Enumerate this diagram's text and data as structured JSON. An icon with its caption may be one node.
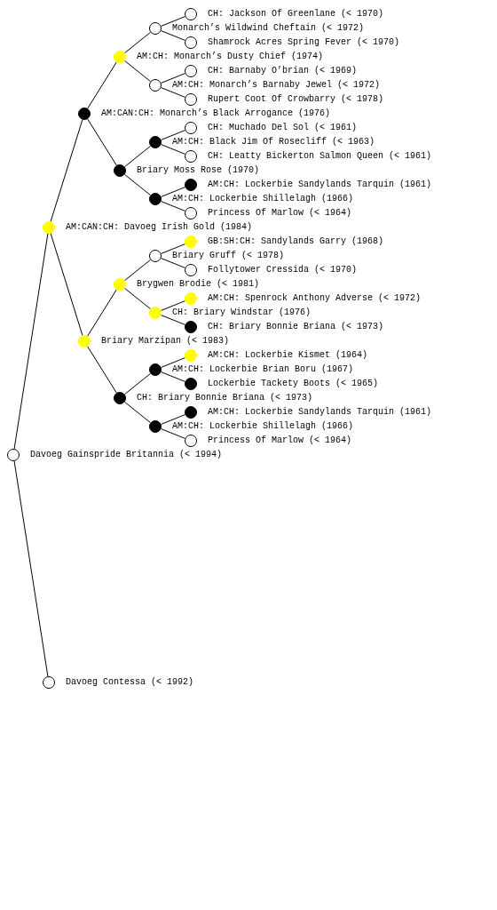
{
  "diagram": {
    "nodes": [
      {
        "text": [
          "CH: Jackson Of Greenlane (< 1970)"
        ]
      },
      {
        "text": [
          "Monarch’s Wildwind Cheftain (< 1972)"
        ]
      },
      {
        "text": [
          "Shamrock Acres Spring Fever (< 1970)"
        ]
      },
      {
        "text": [
          "AM:CH: Monarch’s Dusty Chief (1974)"
        ]
      },
      {
        "text": [
          "CH: Barnaby O’brian (< 1969)"
        ]
      },
      {
        "text": [
          "AM:CH: Monarch’s Barnaby Jewel (< 1972)"
        ]
      },
      {
        "text": [
          "Rupert Coot Of Crowbarry (< 1978)"
        ]
      },
      {
        "text": [
          "AM:CAN:CH: Monarch’s Black Arrogance (1976)"
        ]
      },
      {
        "text": [
          "CH: Muchado Del Sol (< 1961)"
        ]
      },
      {
        "text": [
          "AM:CH: Black Jim Of Rosecliff (< 1963)"
        ]
      },
      {
        "text": [
          "CH: Leatty Bickerton Salmon Queen (< 1961)"
        ]
      },
      {
        "text": [
          "Briary Moss Rose (1970)"
        ]
      },
      {
        "text": [
          "AM:CH: Lockerbie Sandylands Tarquin (1961)"
        ]
      },
      {
        "text": [
          "AM:CH: Lockerbie Shillelagh (1966)"
        ]
      },
      {
        "text": [
          "Princess Of Marlow (< 1964)"
        ]
      },
      {
        "text": [
          "AM:CAN:CH: Davoeg Irish Gold (1984)"
        ]
      },
      {
        "text": [
          "GB:SH:CH: Sandylands Garry (1968)"
        ]
      },
      {
        "text": [
          "Briary Gruff (< 1978)"
        ]
      },
      {
        "text": [
          "Follytower Cressida (< 1970)"
        ]
      },
      {
        "text": [
          "Brygwen Brodie (< 1981)"
        ]
      },
      {
        "text": [
          "AM:CH: Spenrock Anthony Adverse (< 1972)"
        ]
      },
      {
        "text": [
          "CH: Briary Windstar (1976)"
        ]
      },
      {
        "text": [
          "CH: Briary Bonnie Briana (< 1973)"
        ]
      },
      {
        "text": [
          "Briary Marzipan (< 1983)"
        ]
      },
      {
        "text": [
          "AM:CH: Lockerbie Kismet (1964)"
        ]
      },
      {
        "text": [
          "AM:CH: Lockerbie Brian Boru (1967)"
        ]
      },
      {
        "text": [
          "Lockerbie Tackety Boots (< 1965)"
        ]
      },
      {
        "text": [
          "CH: Briary Bonnie Briana (< 1973)"
        ]
      },
      {
        "text": [
          "AM:CH: Lockerbie Sandylands Tarquin (1961)"
        ]
      },
      {
        "text": [
          "AM:CH: Lockerbie Shillelagh (1966)"
        ]
      },
      {
        "text": [
          "Princess Of Marlow (< 1964)"
        ]
      },
      {
        "text": [
          "Davoeg Gainspride Britannia (< 1994)"
        ]
      },
      {
        "text": [
          "Davoeg Contessa (< 1992)"
        ]
      }
    ],
    "edges": [
      {
        "from": 31,
        "to": 15,
        "arrow": "none"
      },
      {
        "from": 31,
        "to": 32,
        "arrow": "none"
      },
      {
        "from": 15,
        "to": 7,
        "arrow": "none"
      },
      {
        "from": 15,
        "to": 23,
        "arrow": "none"
      },
      {
        "from": 7,
        "to": 3,
        "arrow": "none"
      },
      {
        "from": 7,
        "to": 11,
        "arrow": "none"
      },
      {
        "from": 23,
        "to": 19,
        "arrow": "none"
      },
      {
        "from": 23,
        "to": 27,
        "arrow": "none"
      },
      {
        "from": 3,
        "to": 1,
        "arrow": "none"
      },
      {
        "from": 3,
        "to": 5,
        "arrow": "none"
      },
      {
        "from": 11,
        "to": 9,
        "arrow": "none"
      },
      {
        "from": 11,
        "to": 13,
        "arrow": "none"
      },
      {
        "from": 19,
        "to": 17,
        "arrow": "none"
      },
      {
        "from": 19,
        "to": 21,
        "arrow": "none"
      },
      {
        "from": 27,
        "to": 25,
        "arrow": "none"
      },
      {
        "from": 27,
        "to": 29,
        "arrow": "none"
      },
      {
        "from": 1,
        "to": 0,
        "arrow": "none"
      },
      {
        "from": 1,
        "to": 2,
        "arrow": "none"
      },
      {
        "from": 5,
        "to": 4,
        "arrow": "none"
      },
      {
        "from": 5,
        "to": 6,
        "arrow": "none"
      },
      {
        "from": 9,
        "to": 8,
        "arrow": "none"
      },
      {
        "from": 9,
        "to": 10,
        "arrow": "none"
      },
      {
        "from": 13,
        "to": 12,
        "arrow": "none"
      },
      {
        "from": 13,
        "to": 14,
        "arrow": "none"
      },
      {
        "from": 17,
        "to": 16,
        "arrow": "none"
      },
      {
        "from": 17,
        "to": 18,
        "arrow": "none"
      },
      {
        "from": 21,
        "to": 20,
        "arrow": "none"
      },
      {
        "from": 21,
        "to": 22,
        "arrow": "none"
      },
      {
        "from": 25,
        "to": 24,
        "arrow": "none"
      },
      {
        "from": 25,
        "to": 26,
        "arrow": "none"
      },
      {
        "from": 29,
        "to": 28,
        "arrow": "none"
      },
      {
        "from": 29,
        "to": 30,
        "arrow": "none"
      }
    ]
  }
}
